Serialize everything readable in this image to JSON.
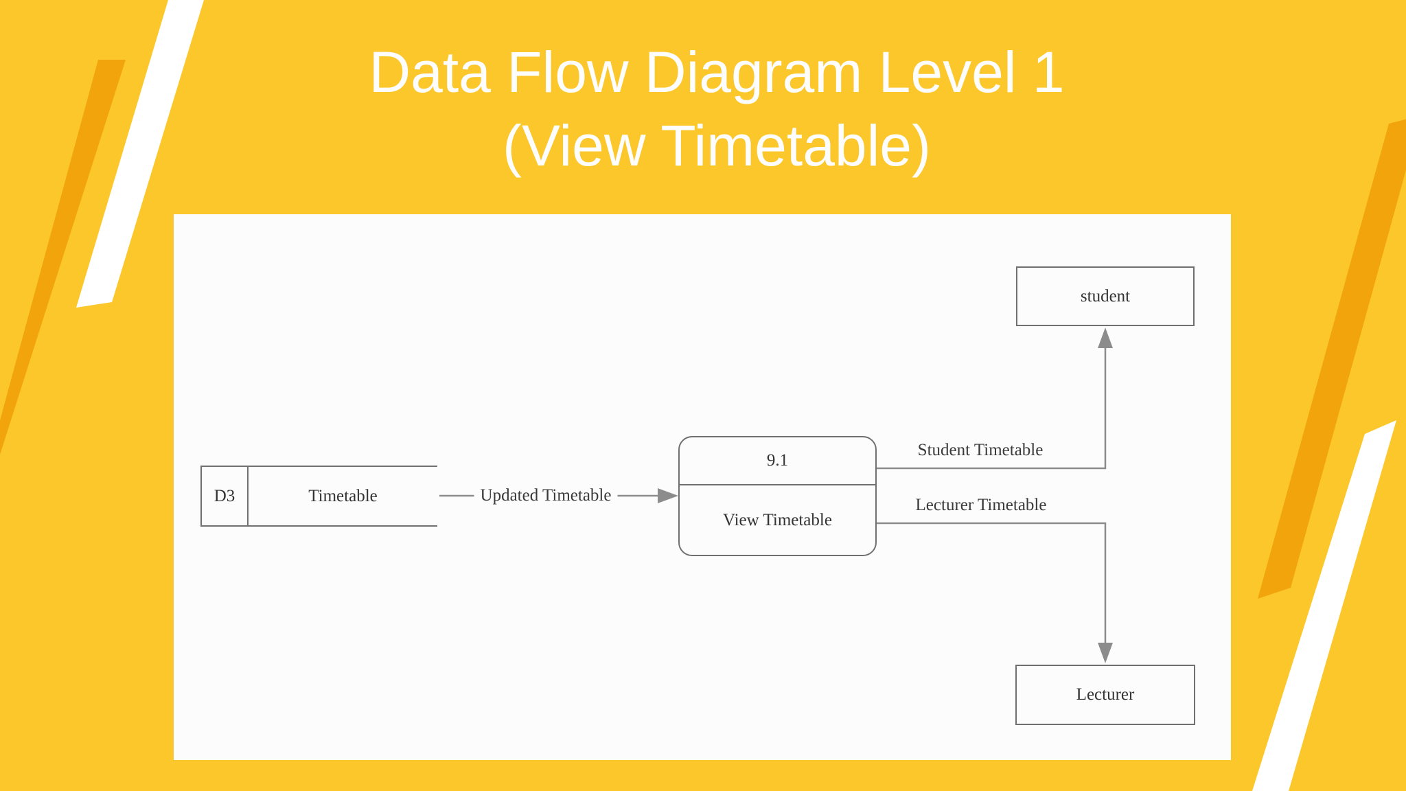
{
  "slide": {
    "title_line1": "Data Flow Diagram Level 1",
    "title_line2": "(View Timetable)"
  },
  "diagram": {
    "data_store": {
      "id": "D3",
      "label": "Timetable"
    },
    "process": {
      "id": "9.1",
      "label": "View Timetable"
    },
    "entities": [
      {
        "label": "student"
      },
      {
        "label": "Lecturer"
      }
    ],
    "flows": [
      {
        "label": "Updated Timetable",
        "from": "D3 Timetable",
        "to": "9.1 View Timetable",
        "direction": "right"
      },
      {
        "label": "Student Timetable",
        "from": "9.1 View Timetable",
        "to": "student",
        "direction": "right-then-up"
      },
      {
        "label": "Lecturer Timetable",
        "from": "9.1 View Timetable",
        "to": "Lecturer",
        "direction": "right-then-down"
      }
    ]
  },
  "colors": {
    "background": "#FCC72B",
    "stripe_orange": "#F2A40C",
    "stripe_white": "#FFFFFF",
    "canvas": "#FCFCFC",
    "connector": "#8C8C8C",
    "box_border": "#707070",
    "diagram_text": "#333333",
    "title_text": "#FDFDFD"
  }
}
